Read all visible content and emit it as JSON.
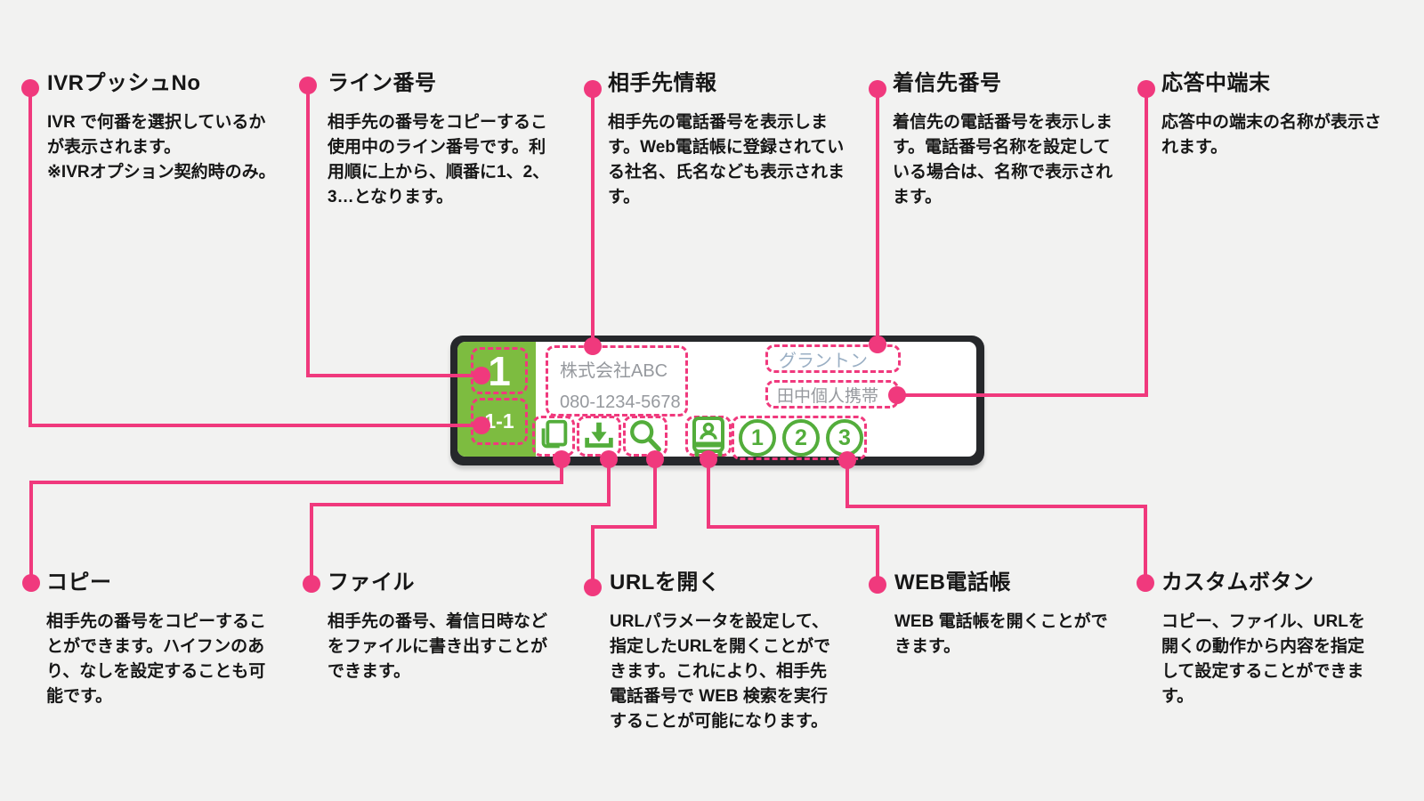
{
  "colors": {
    "accent_pink": "#F0397D",
    "panel_green": "#7DBC40",
    "icon_green": "#53AD3B",
    "frame_dark": "#26282B",
    "text_gray": "#96999E",
    "text_blue": "#9AAFC4",
    "page_bg": "#F2F2F1",
    "text_main": "#161616"
  },
  "annotations": {
    "top": [
      {
        "title": "IVRプッシュNo",
        "body": "IVR で何番を選択しているか\nが表示されます。\n※IVRオプション契約時のみ。"
      },
      {
        "title": "ライン番号",
        "body": "相手先の番号をコピーするこ\n使用中のライン番号です。利\n用順に上から、順番に1、2、\n3…となります。"
      },
      {
        "title": "相手先情報",
        "body": "相手先の電話番号を表示しま\nす。Web電話帳に登録されてい\nる社名、氏名なども表示されま\nす。"
      },
      {
        "title": "着信先番号",
        "body": "着信先の電話番号を表示しま\nす。電話番号名称を設定して\nいる場合は、名称で表示され\nます。"
      },
      {
        "title": "応答中端末",
        "body": "応答中の端末の名称が表示さ\nれます。"
      }
    ],
    "bottom": [
      {
        "title": "コピー",
        "body": "相手先の番号をコピーするこ\nとができます。ハイフンのあ\nり、なしを設定することも可\n能です。"
      },
      {
        "title": "ファイル",
        "body": "相手先の番号、着信日時など\nをファイルに書き出すことが\nできます。"
      },
      {
        "title": "URLを開く",
        "body": "URLパラメータを設定して、\n指定したURLを開くことがで\nきます。これにより、相手先\n電話番号で WEB 検索を実行\nすることが可能になります。"
      },
      {
        "title": "WEB電話帳",
        "body": "WEB 電話帳を開くことがで\nきます。"
      },
      {
        "title": "カスタムボタン",
        "body": "コピー、ファイル、URLを\n開くの動作から内容を指定\nして設定することができま\nす。"
      }
    ]
  },
  "widget": {
    "line_number": "1",
    "ivr_push_no": "1-1",
    "caller_company": "株式会社ABC",
    "caller_number": "080-1234-5678",
    "callee_name": "グラントン",
    "device_name": "田中個人携帯",
    "custom_buttons": [
      "1",
      "2",
      "3"
    ],
    "icons": [
      "copy-icon",
      "file-download-icon",
      "search-icon",
      "web-phonebook-icon"
    ]
  }
}
